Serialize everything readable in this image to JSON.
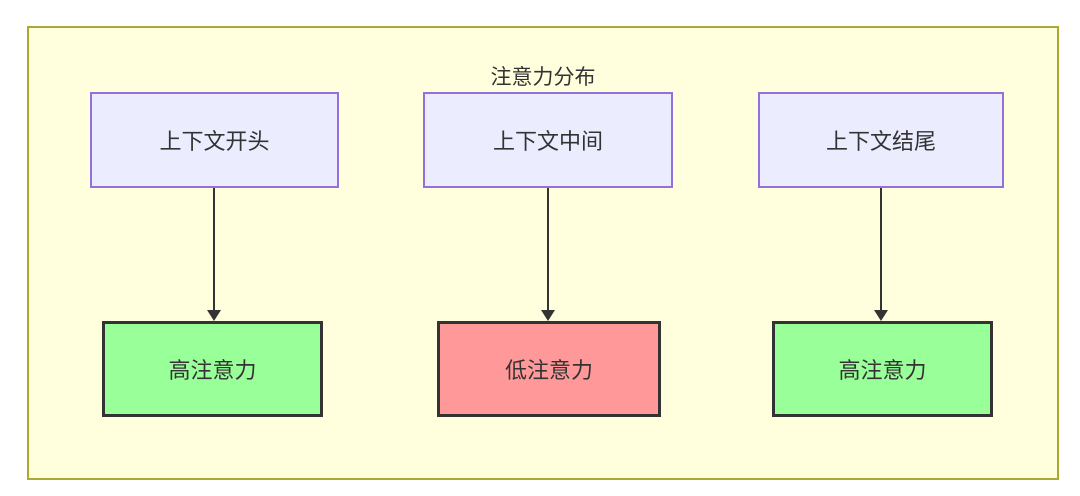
{
  "diagram": {
    "title": "注意力分布",
    "columns": [
      {
        "source": "上下文开头",
        "target": "高注意力",
        "target_level": "high"
      },
      {
        "source": "上下文中间",
        "target": "低注意力",
        "target_level": "low"
      },
      {
        "source": "上下文结尾",
        "target": "高注意力",
        "target_level": "high"
      }
    ],
    "colors": {
      "container_bg": "#ffffde",
      "container_border": "#aaaa33",
      "source_node_bg": "#ececff",
      "source_node_border": "#9370db",
      "high_attention_bg": "#99ff99",
      "low_attention_bg": "#ff9999",
      "result_node_border": "#333333",
      "arrow": "#333333",
      "text": "#333333",
      "page_bg": "#ffffff"
    }
  }
}
